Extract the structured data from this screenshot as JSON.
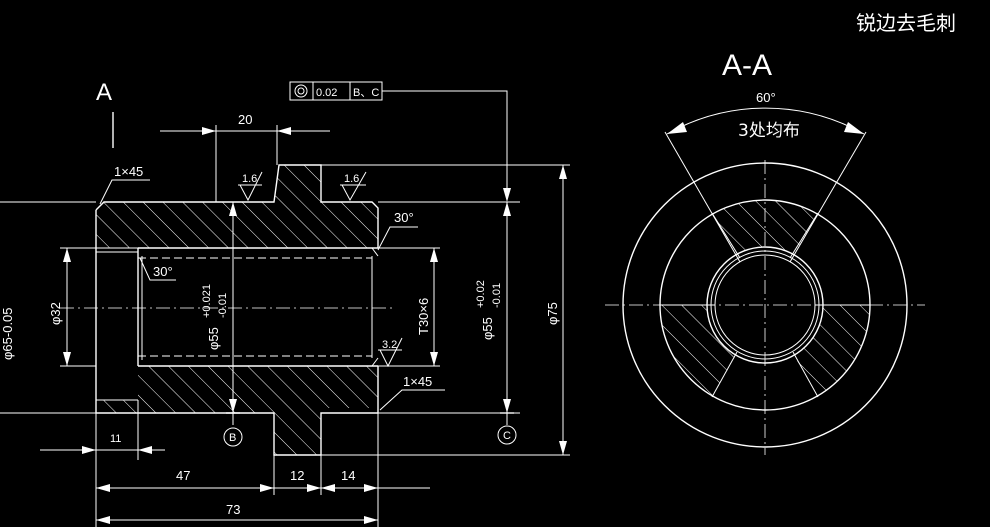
{
  "note_title": "锐边去毛刺",
  "section_label": "A-A",
  "view_letter": "A",
  "section_view": {
    "angle": "60°",
    "count_note": "3处均布"
  },
  "tolerance_frame": {
    "symbol": "◎",
    "value": "0.02",
    "datum": "B、C"
  },
  "datums": {
    "b": "B",
    "c": "C"
  },
  "dims": {
    "d20": "20",
    "chamfer_top": "1×45",
    "rough_a": "1.6",
    "rough_b": "1.6",
    "rough_c": "3.2",
    "angle_right": "30°",
    "angle_left": "30°",
    "phi32": "φ32",
    "phi55_inner": "φ55",
    "phi55_inner_up": "+0.021",
    "phi55_inner_low": "-0.01",
    "thread": "T30×6",
    "phi55_outer": "φ55",
    "phi55_outer_up": "+0.02",
    "phi55_outer_low": "-0.01",
    "phi75": "φ75",
    "left_clip": "φ65-0.05",
    "chamfer_bottom": "1×45",
    "d11": "11",
    "d47": "47",
    "d12": "12",
    "d14": "14",
    "d73": "73"
  }
}
